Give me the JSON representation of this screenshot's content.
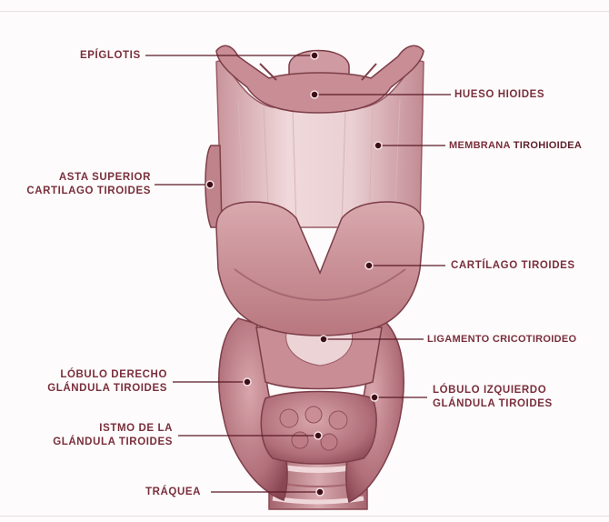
{
  "colors": {
    "label": "#7a2f3c",
    "label_dark": "#5e1e2b",
    "leader_line": "#5a1a26",
    "tissue_base": "#c9919a",
    "tissue_light": "#e6c3c7",
    "tissue_dark": "#8e4f5a"
  },
  "labels": {
    "epiglotis": "EPÍGLOTIS",
    "hueso_hioides": "HUESO HIOIDES",
    "membrana_prefix": "MEMBRANA ",
    "membrana_suffix": "TIROHIOIDEA",
    "asta_line1": "ASTA SUPERIOR",
    "asta_line2": "CARTILAGO TIROIDES",
    "cartilago_tiroides": "CARTÍLAGO TIROIDES",
    "ligamento": "LIGAMENTO CRICOTIROIDEO",
    "lobulo_der_line1": "LÓBULO DERECHO",
    "lobulo_der_line2": "GLÁNDULA TIROIDES",
    "lobulo_izq_line1": "LÓBULO IZQUIERDO",
    "lobulo_izq_line2": "GLÁNDULA TIROIDES",
    "istmo_line1": "ISTMO DE LA",
    "istmo_line2": "GLÁNDULA TIROIDES",
    "traquea": "TRÁQUEA"
  },
  "icons": [
    "leader-dot-marker"
  ]
}
